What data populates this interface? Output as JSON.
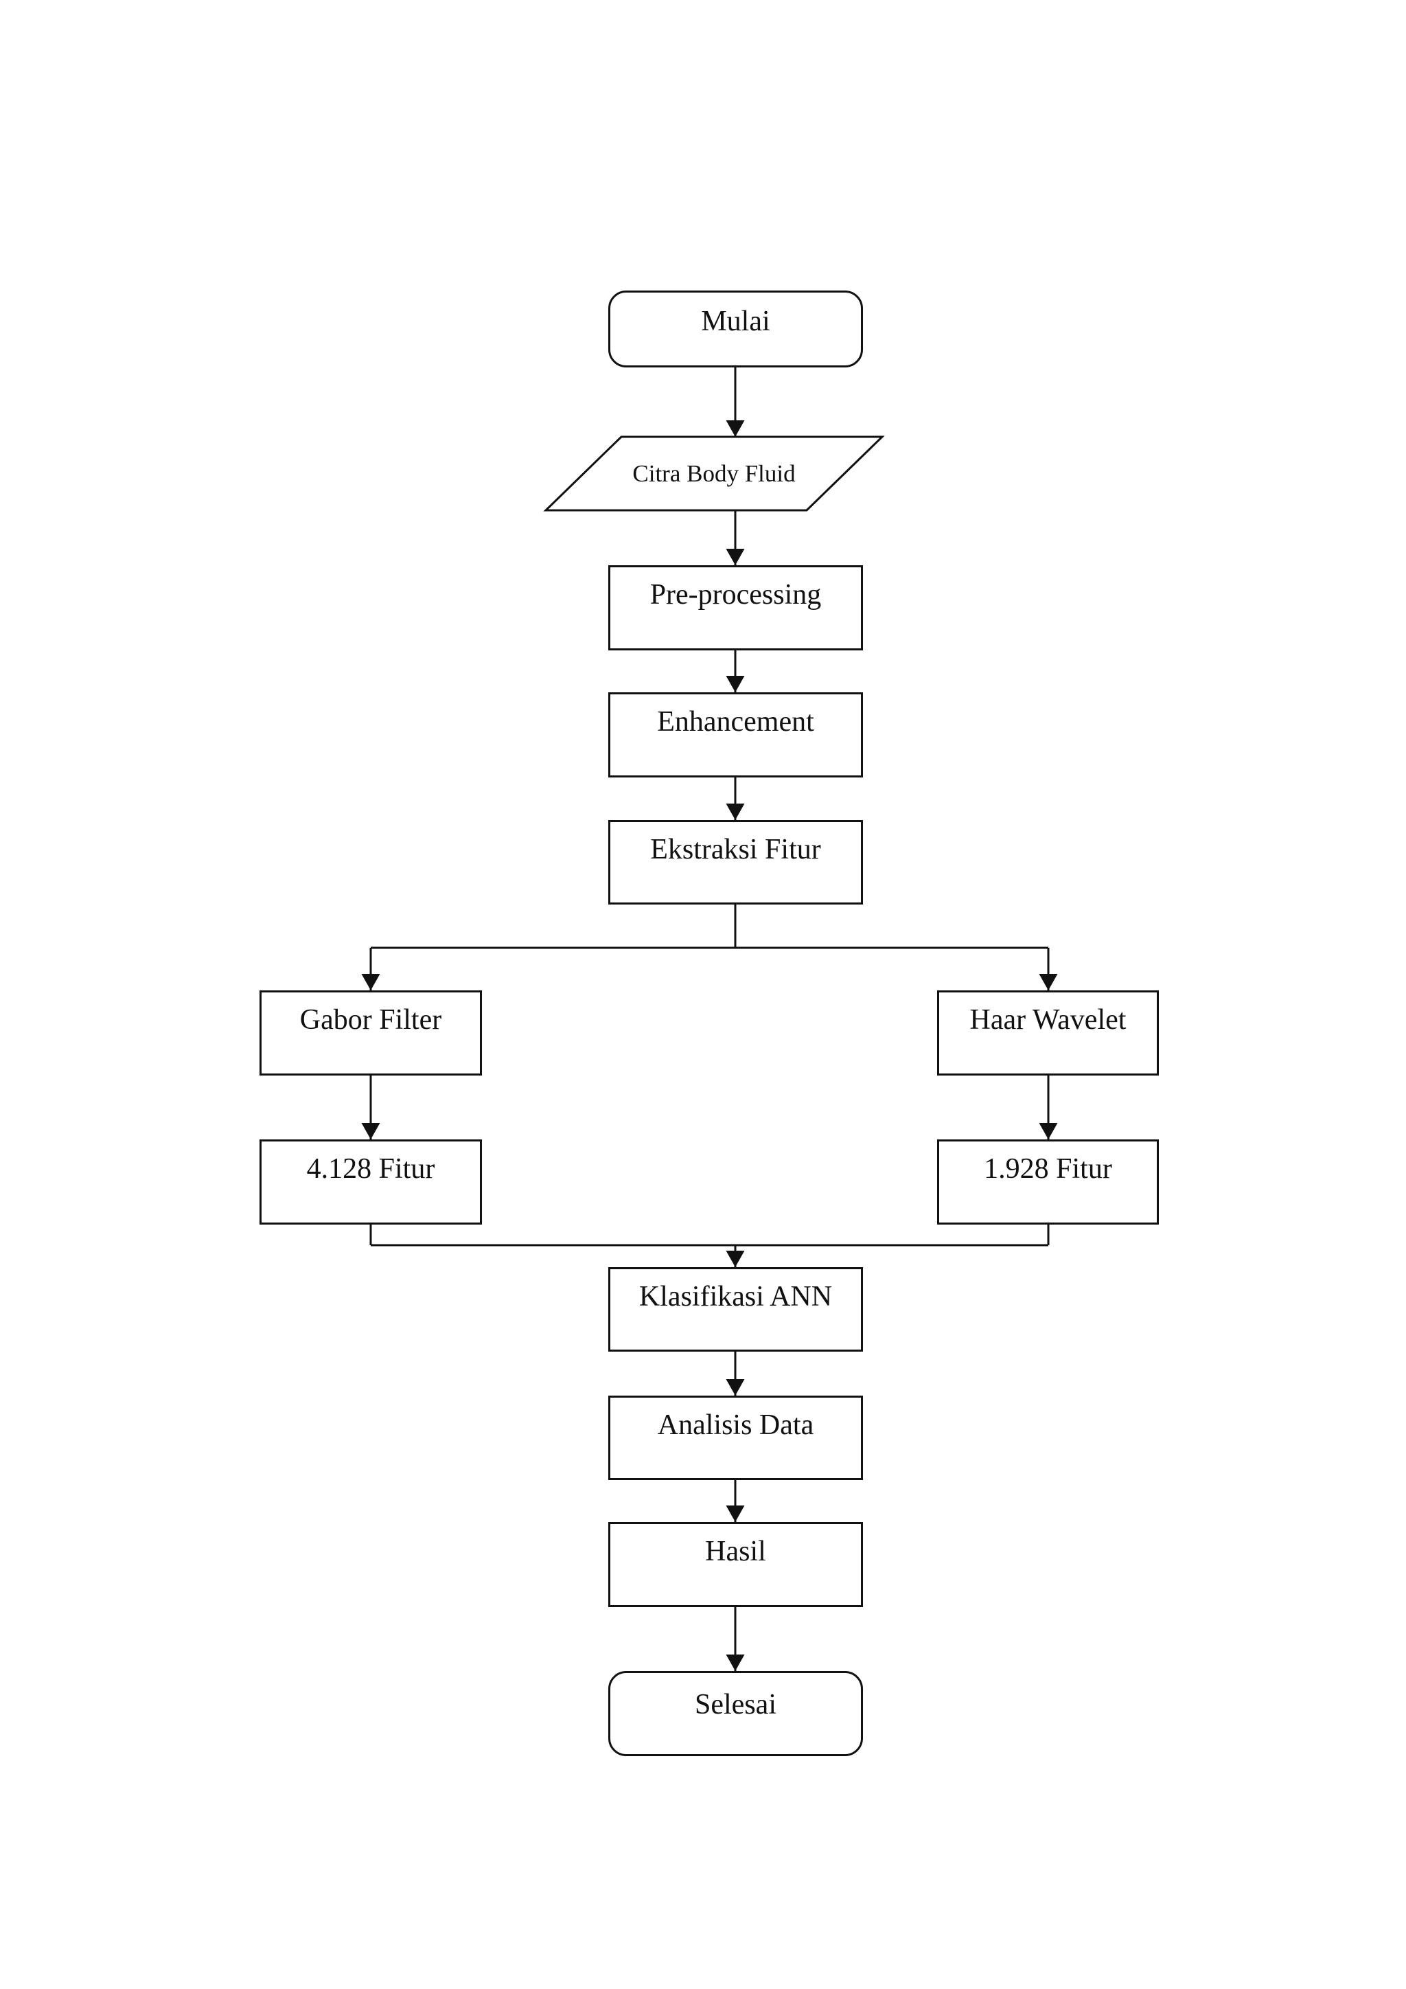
{
  "diagram": {
    "type": "flowchart",
    "orientation": "top-down",
    "colors": {
      "background": "#ffffff",
      "line": "#111111",
      "text": "#111111",
      "node_fill": "#ffffff"
    }
  },
  "nodes": {
    "mulai": {
      "label": "Mulai",
      "shape": "terminator"
    },
    "citra": {
      "label": "Citra Body Fluid",
      "shape": "parallelogram-io"
    },
    "preprocessing": {
      "label": "Pre-processing",
      "shape": "process"
    },
    "enhancement": {
      "label": "Enhancement",
      "shape": "process"
    },
    "ekstraksi": {
      "label": "Ekstraksi Fitur",
      "shape": "process"
    },
    "gabor": {
      "label": "Gabor Filter",
      "shape": "process"
    },
    "haar": {
      "label": "Haar Wavelet",
      "shape": "process"
    },
    "fitur4128": {
      "label": "4.128 Fitur",
      "shape": "process"
    },
    "fitur1928": {
      "label": "1.928 Fitur",
      "shape": "process"
    },
    "klasifikasi": {
      "label": "Klasifikasi ANN",
      "shape": "process"
    },
    "analisis": {
      "label": "Analisis Data",
      "shape": "process"
    },
    "hasil": {
      "label": "Hasil",
      "shape": "process"
    },
    "selesai": {
      "label": "Selesai",
      "shape": "terminator"
    }
  },
  "edges": [
    {
      "from": "mulai",
      "to": "citra"
    },
    {
      "from": "citra",
      "to": "preprocessing"
    },
    {
      "from": "preprocessing",
      "to": "enhancement"
    },
    {
      "from": "enhancement",
      "to": "ekstraksi"
    },
    {
      "from": "ekstraksi",
      "to": "gabor"
    },
    {
      "from": "ekstraksi",
      "to": "haar"
    },
    {
      "from": "gabor",
      "to": "fitur4128"
    },
    {
      "from": "haar",
      "to": "fitur1928"
    },
    {
      "from": "fitur4128",
      "to": "klasifikasi"
    },
    {
      "from": "fitur1928",
      "to": "klasifikasi"
    },
    {
      "from": "klasifikasi",
      "to": "analisis"
    },
    {
      "from": "analisis",
      "to": "hasil"
    },
    {
      "from": "hasil",
      "to": "selesai"
    }
  ]
}
